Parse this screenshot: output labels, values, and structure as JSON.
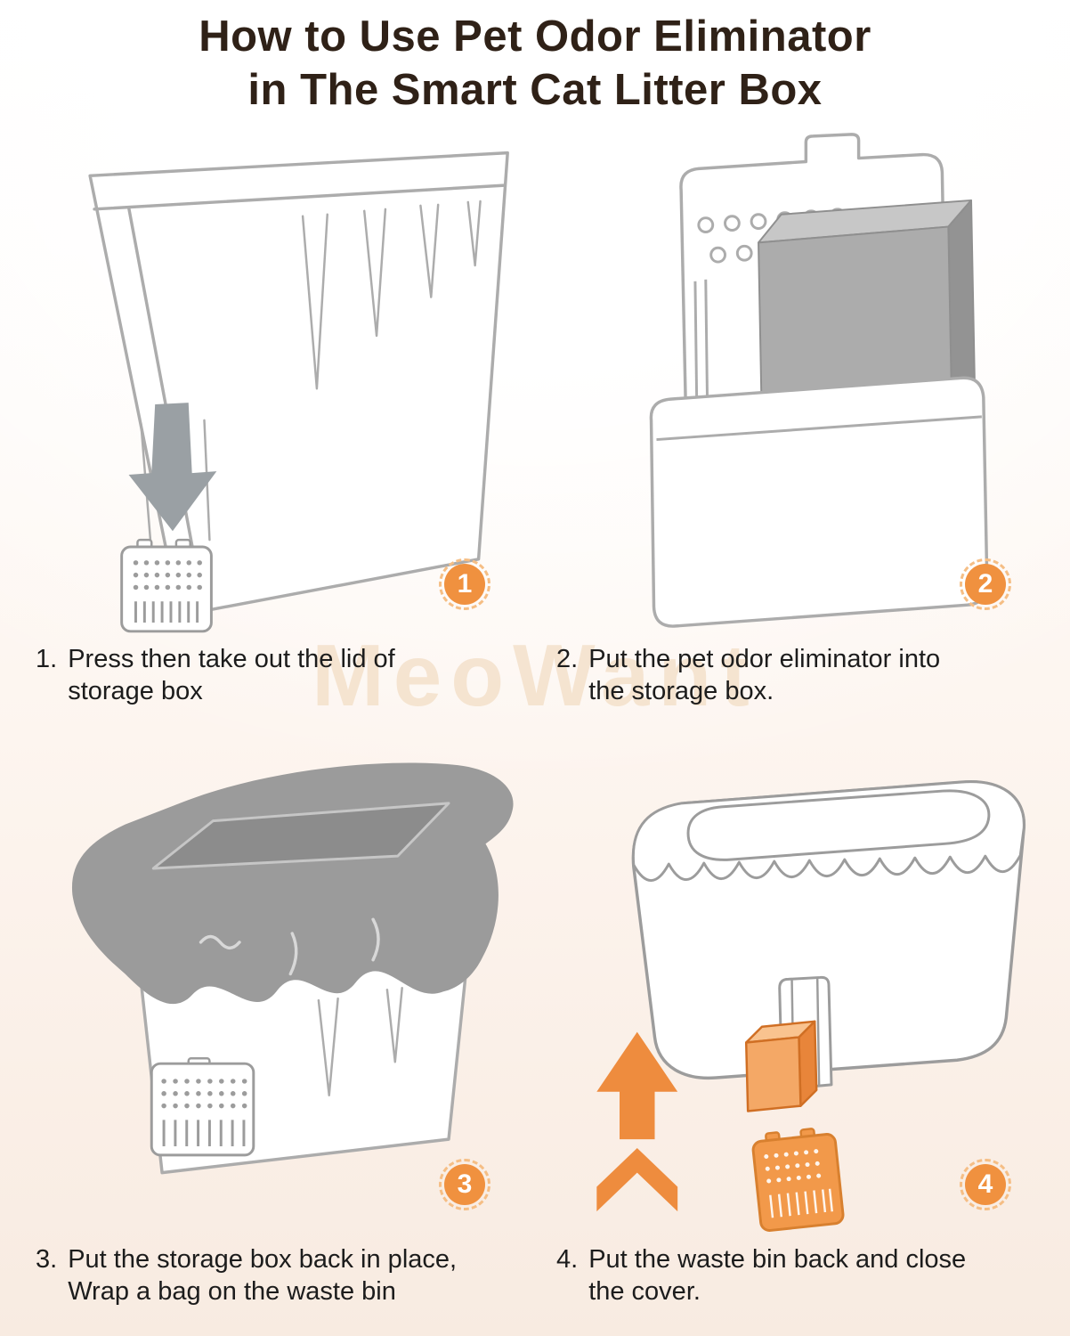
{
  "title": {
    "line1": "How to Use Pet Odor Eliminator",
    "line2": "in The Smart Cat Litter Box"
  },
  "watermark": "MeoWant",
  "colors": {
    "title_brown": "#2f2117",
    "caption_black": "#1c1c1c",
    "accent_orange": "#f0913f",
    "badge_ring_orange": "#f5be85",
    "line_gray": "#acacac",
    "bag_gray": "#9b9b9b",
    "watermark_tan": "#f4e1cb",
    "background_warm": "#f8ebe1"
  },
  "steps": [
    {
      "number": "1",
      "marker": "1.",
      "caption_lines": [
        "Press then take out the lid of",
        "storage box"
      ]
    },
    {
      "number": "2",
      "marker": "2.",
      "caption_lines": [
        "Put the pet odor eliminator into",
        "the storage box."
      ]
    },
    {
      "number": "3",
      "marker": "3.",
      "caption_lines": [
        "Put the storage box back in place,",
        "Wrap a bag on the waste bin"
      ]
    },
    {
      "number": "4",
      "marker": "4.",
      "caption_lines": [
        "Put the waste bin back and close",
        "the cover."
      ]
    }
  ]
}
